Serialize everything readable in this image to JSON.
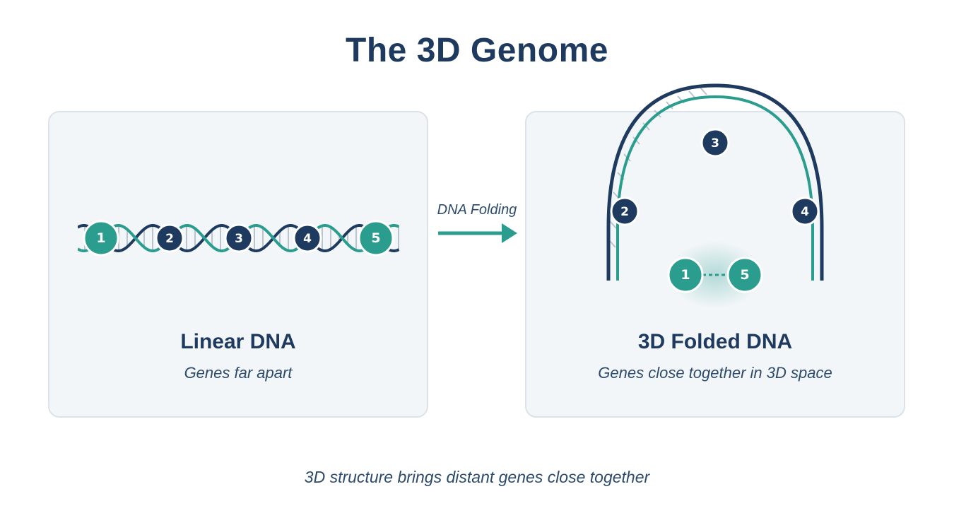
{
  "title": "The 3D Genome",
  "colors": {
    "navy": "#1e3a5f",
    "teal": "#2a9d8f",
    "panel_bg": "#f3f6f9"
  },
  "linear_panel": {
    "title": "Linear DNA",
    "subtitle": "Genes far apart",
    "genes": [
      "1",
      "2",
      "3",
      "4",
      "5"
    ]
  },
  "folding_arrow": {
    "label": "DNA Folding"
  },
  "folded_panel": {
    "title": "3D Folded DNA",
    "subtitle": "Genes close together in 3D space",
    "genes": [
      "2",
      "3",
      "4",
      "1",
      "5"
    ]
  },
  "footer": "3D structure brings distant genes close together"
}
